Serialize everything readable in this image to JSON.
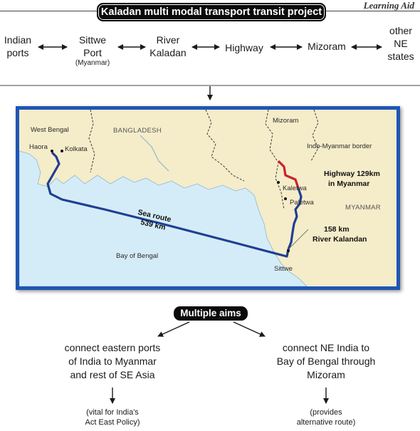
{
  "header": {
    "title": "Kaladan multi modal transport transit project",
    "badge": "Learning Aid"
  },
  "chain": {
    "nodes": [
      {
        "line1": "Indian",
        "line2": "ports",
        "line3": ""
      },
      {
        "line1": "Sittwe",
        "line2": "Port",
        "line3": "(Myanmar)"
      },
      {
        "line1": "River",
        "line2": "Kaladan",
        "line3": ""
      },
      {
        "line1": "Highway",
        "line2": "",
        "line3": ""
      },
      {
        "line1": "Mizoram",
        "line2": "",
        "line3": ""
      },
      {
        "line1": "other",
        "line2": "NE",
        "line3": "states"
      }
    ]
  },
  "map": {
    "labels": {
      "west_bengal": "West Bengal",
      "bangladesh": "BANGLADESH",
      "mizoram": "Mizoram",
      "border": "Indo-Myanmar border",
      "haora": "Haora",
      "kolkata": "Kolkata",
      "highway1": "Highway 129km",
      "highway2": "in Myanmar",
      "kaletwa": "Kaletwa",
      "paletwa": "Paletwa",
      "myanmar": "MYANMAR",
      "sea1": "Sea route",
      "sea2": "539 km",
      "river1": "158 km",
      "river2": "River Kalandan",
      "bay": "Bay of Bengal",
      "sittwe": "Sittwe"
    },
    "colors": {
      "land": "#f5ecc9",
      "sea": "#d4ecf7",
      "route": "#1f3f93",
      "highway": "#c8232c",
      "frame": "#1f56b4"
    }
  },
  "aims": {
    "label": "Multiple aims",
    "left": {
      "line1": "connect eastern ports",
      "line2": "of India to Myanmar",
      "line3": "and rest of SE Asia",
      "note1": "(vital for India's",
      "note2": "Act East Policy)"
    },
    "right": {
      "line1": "connect NE India to",
      "line2": "Bay of Bengal through",
      "line3": "Mizoram",
      "note1": "(provides",
      "note2": "alternative route)"
    }
  }
}
